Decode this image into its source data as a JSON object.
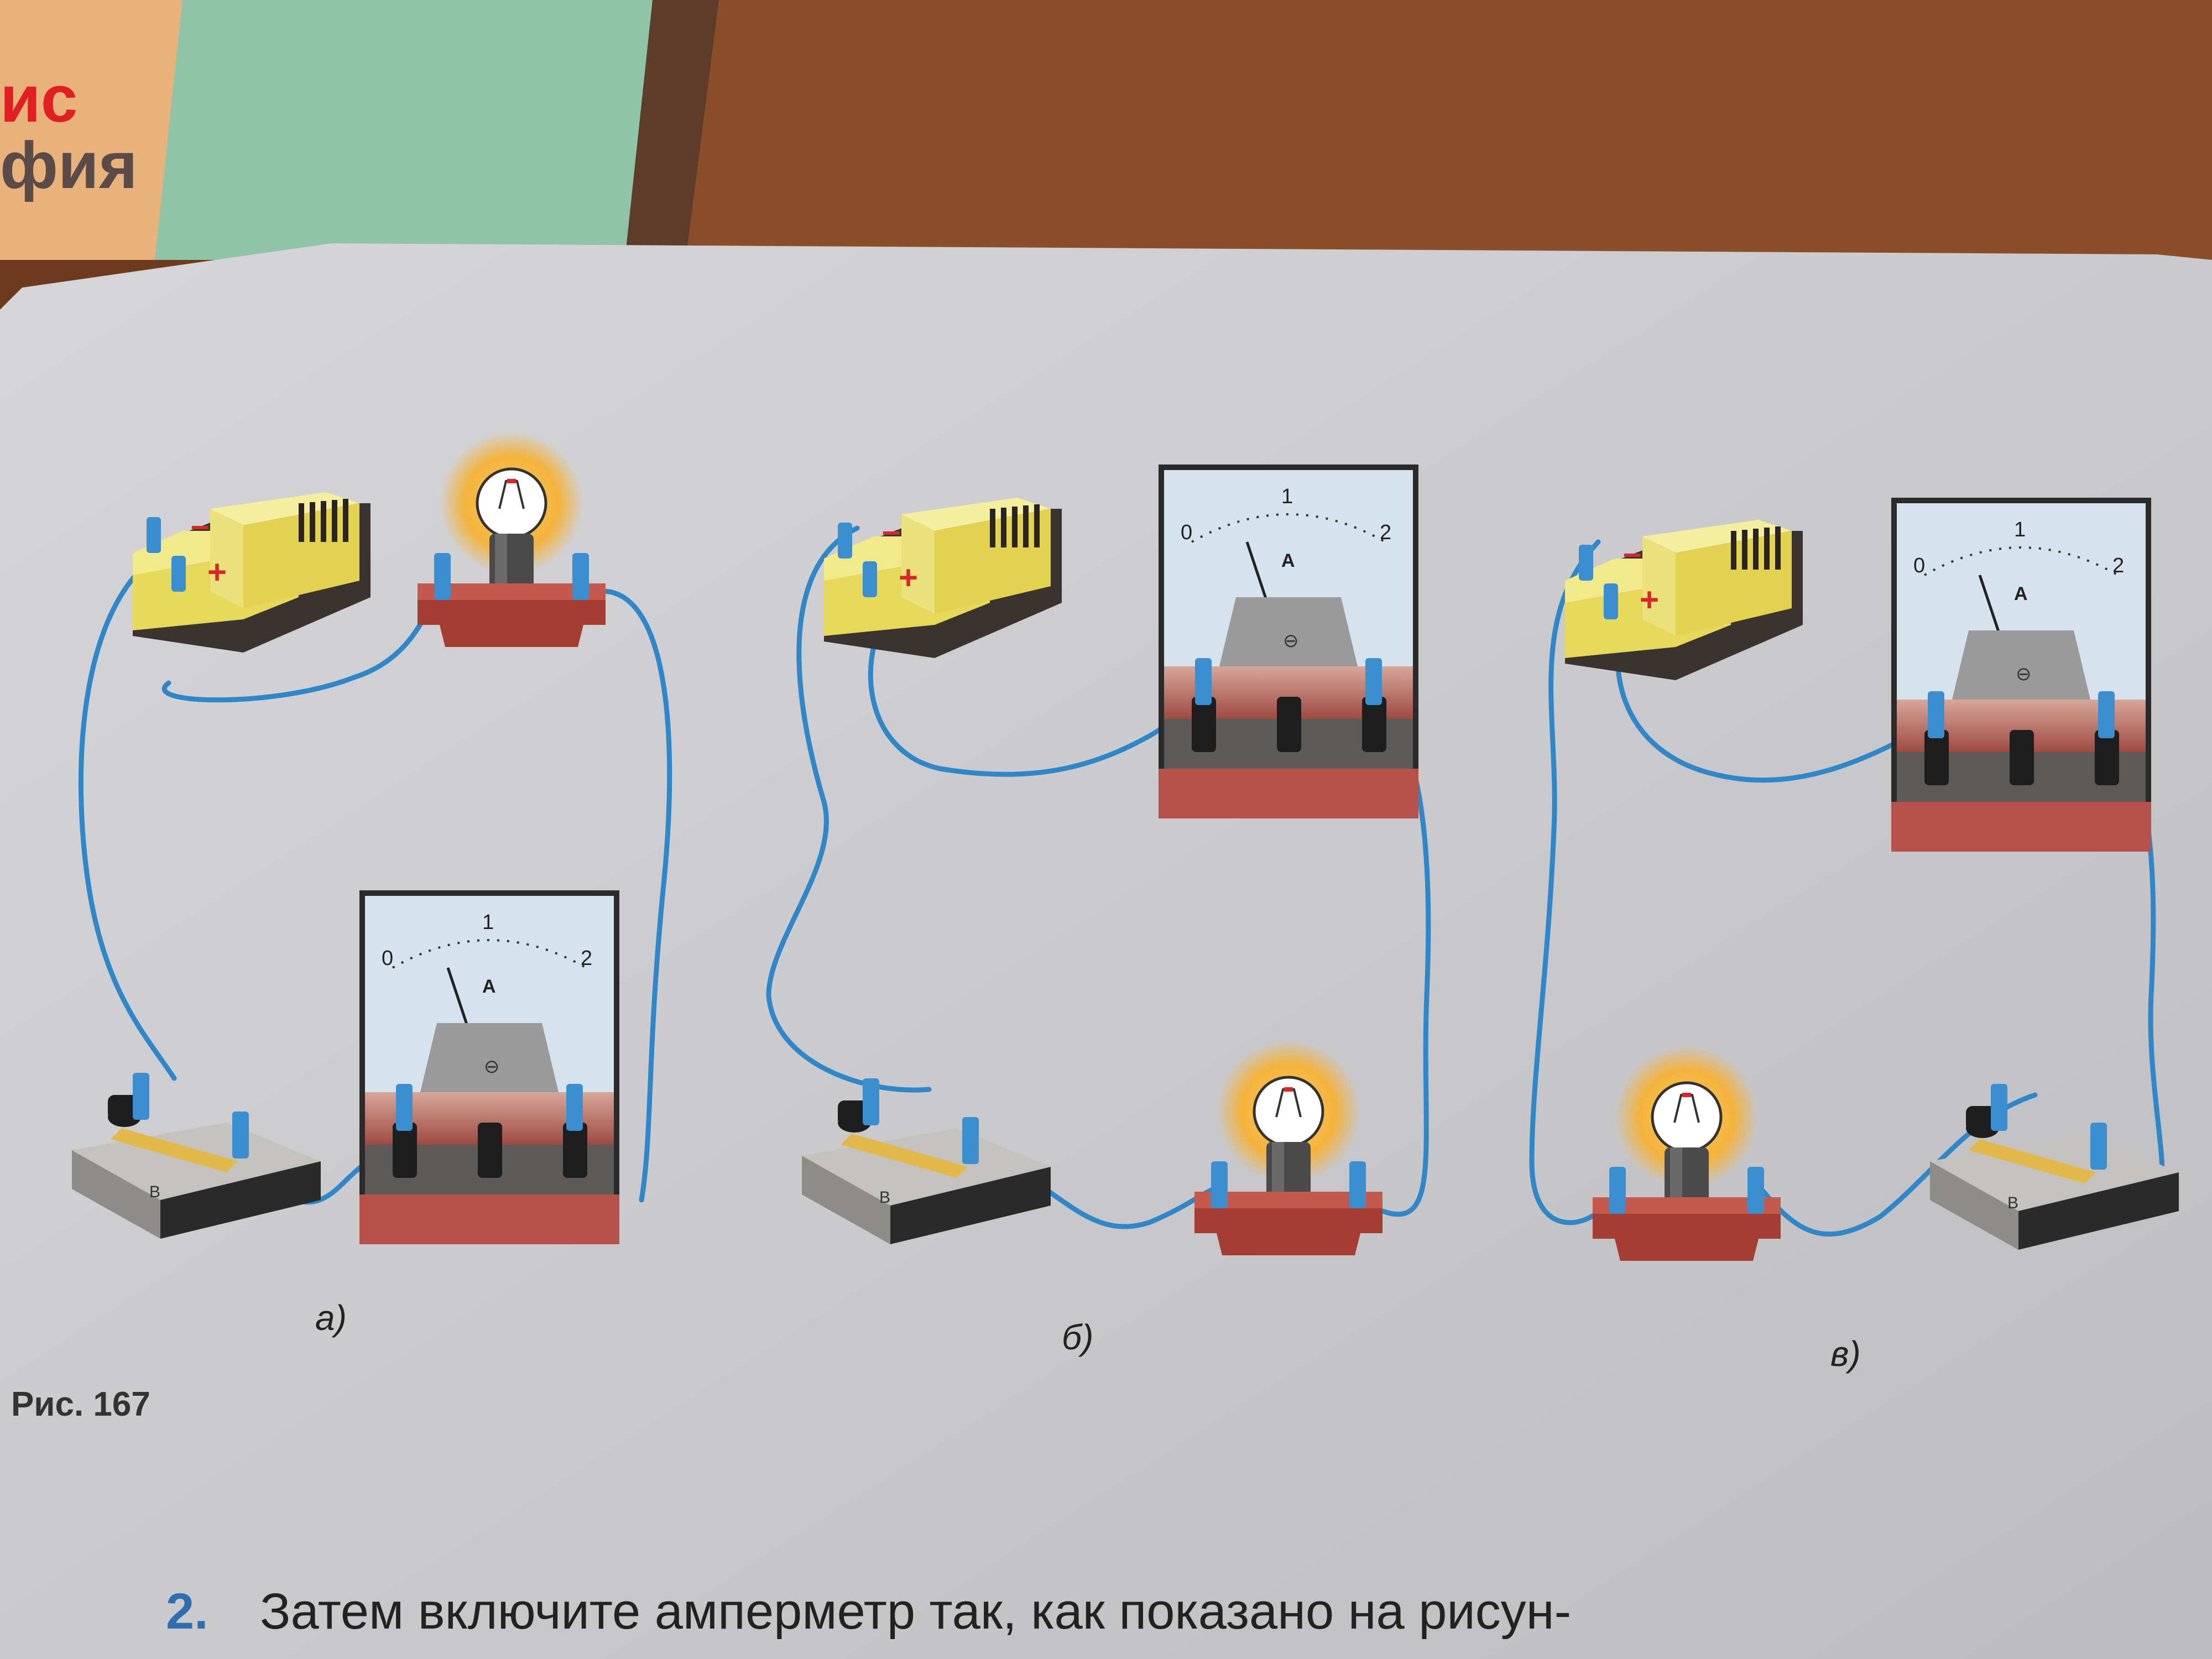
{
  "background_book": {
    "cover_text_1": "ис",
    "cover_text_2": "фия",
    "colors": {
      "table": "#8a4f2a",
      "cover": "#e8b27a",
      "green": "#8fc4a8"
    }
  },
  "figure": {
    "caption": "Рис. 167",
    "panels": [
      {
        "id": "a",
        "label": "а)"
      },
      {
        "id": "b",
        "label": "б)"
      },
      {
        "id": "c",
        "label": "в)"
      }
    ],
    "battery": {
      "minus_label": "–",
      "plus_label": "+"
    },
    "ammeter": {
      "unit_label": "А",
      "scale_labels": [
        "0",
        "1",
        "2"
      ],
      "terminal_symbol": "⊖"
    },
    "switch": {
      "mark": "В"
    },
    "colors": {
      "wire": "#2f86c8",
      "battery_body": "#e6d85a",
      "battery_base": "#3a3330",
      "meter_face": "#cfe0ea",
      "meter_base": "#b5514a",
      "lamp_glow": "#f4b23a",
      "lamp_base": "#a63d33",
      "switch_body": "#9c9a96",
      "terminal": "#3b8fd0",
      "text_red": "#d8262a"
    }
  },
  "task_text": {
    "number": "2.",
    "text": "Затем включите амперметр так, как показано на рисун-"
  }
}
